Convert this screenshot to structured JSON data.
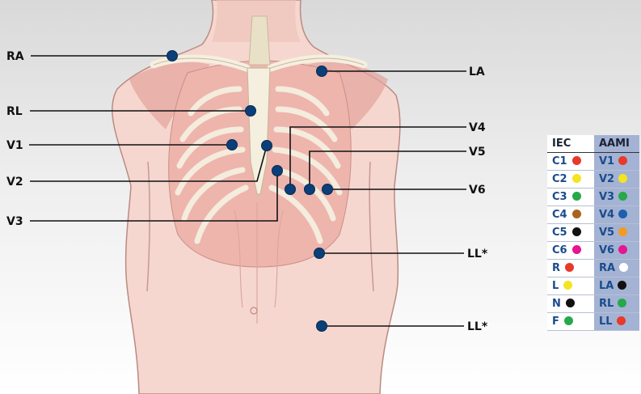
{
  "electrodes": [
    {
      "id": "RA",
      "label": "RA"
    },
    {
      "id": "LA",
      "label": "LA"
    },
    {
      "id": "RL",
      "label": "RL"
    },
    {
      "id": "V1",
      "label": "V1"
    },
    {
      "id": "V2",
      "label": "V2"
    },
    {
      "id": "V3",
      "label": "V3"
    },
    {
      "id": "V4",
      "label": "V4"
    },
    {
      "id": "V5",
      "label": "V5"
    },
    {
      "id": "V6",
      "label": "V6"
    },
    {
      "id": "LL_upper",
      "label": "LL*"
    },
    {
      "id": "LL_lower",
      "label": "LL*"
    }
  ],
  "electrode_color": "#0b3f78",
  "legend": {
    "headers": {
      "iec": "IEC",
      "aami": "AAMI"
    },
    "rows": [
      {
        "iec": "C1",
        "iec_color": "#e8392b",
        "aami": "V1",
        "aami_color": "#e8392b"
      },
      {
        "iec": "C2",
        "iec_color": "#f4e423",
        "aami": "V2",
        "aami_color": "#f4e423"
      },
      {
        "iec": "C3",
        "iec_color": "#27a84a",
        "aami": "V3",
        "aami_color": "#27a84a"
      },
      {
        "iec": "C4",
        "iec_color": "#a8641e",
        "aami": "V4",
        "aami_color": "#1f5fae"
      },
      {
        "iec": "C5",
        "iec_color": "#111111",
        "aami": "V5",
        "aami_color": "#f39a20"
      },
      {
        "iec": "C6",
        "iec_color": "#e5168f",
        "aami": "V6",
        "aami_color": "#e5168f"
      },
      {
        "iec": "R",
        "iec_color": "#e8392b",
        "aami": "RA",
        "aami_color": "#ffffff"
      },
      {
        "iec": "L",
        "iec_color": "#f4e423",
        "aami": "LA",
        "aami_color": "#111111"
      },
      {
        "iec": "N",
        "iec_color": "#111111",
        "aami": "RL",
        "aami_color": "#27a84a"
      },
      {
        "iec": "F",
        "iec_color": "#27a84a",
        "aami": "LL",
        "aami_color": "#e8392b"
      }
    ]
  }
}
